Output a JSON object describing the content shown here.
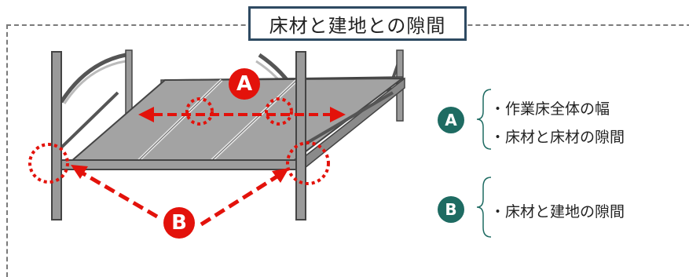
{
  "title": "床材と建地との隙間",
  "markers": {
    "a": "A",
    "b": "B"
  },
  "legend": {
    "a": {
      "badge": "A",
      "items": [
        "・作業床全体の幅",
        "・床材と床材の隙間"
      ]
    },
    "b": {
      "badge": "B",
      "items": [
        "・床材と建地の隙間"
      ]
    }
  },
  "colors": {
    "accent_red": "#e3120b",
    "teal": "#1e6b62",
    "frame": "#2e4a62"
  }
}
